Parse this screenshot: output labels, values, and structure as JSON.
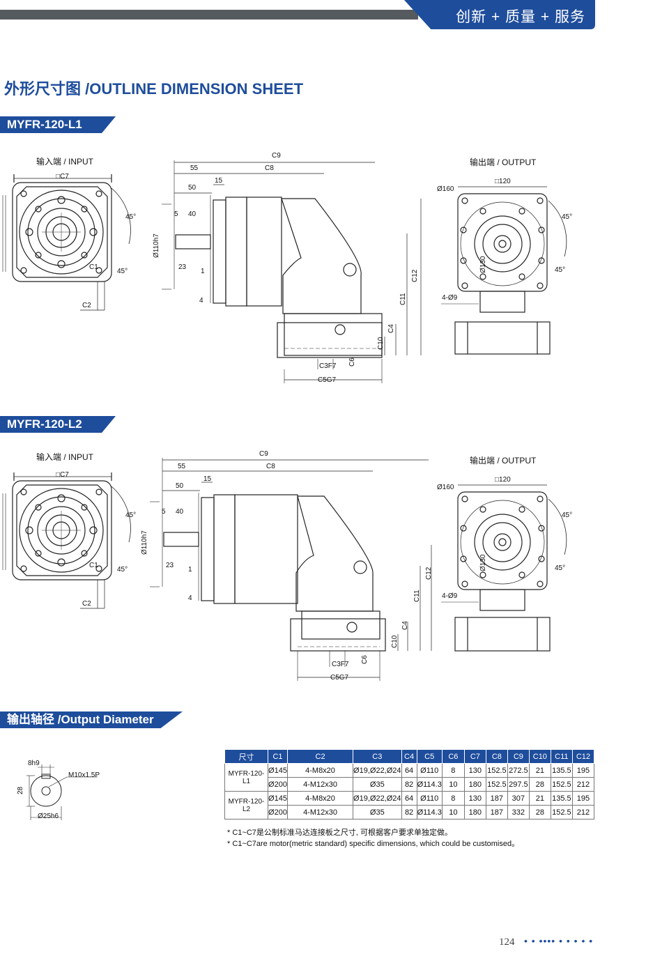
{
  "header": {
    "tagline": "创新 + 质量 + 服务",
    "page_title": "外形尺寸图 /OUTLINE DIMENSION SHEET"
  },
  "models": [
    {
      "tag": "MYFR-120-L1",
      "input_label": "输入端 / INPUT",
      "output_label": "输出端 / OUTPUT",
      "dims": {
        "c7": "□C7",
        "c1": "C1",
        "c2": "C2",
        "a45a": "45°",
        "a45b": "45°",
        "c9": "C9",
        "c8": "C8",
        "d55": "55",
        "d50": "50",
        "d15": "15",
        "d5": "5",
        "d40": "40",
        "d110": "Ø110h7",
        "d23": "23",
        "d1": "1",
        "d4": "4",
        "c12": "C12",
        "c11": "C11",
        "c4": "C4",
        "c10": "C10",
        "c6": "C6",
        "c3": "C3F7",
        "c5": "C5G7",
        "o160": "Ø160",
        "o120": "□120",
        "o130": "Ø130",
        "o4d9": "4-Ø9",
        "o45a": "45°",
        "o45b": "45°"
      }
    },
    {
      "tag": "MYFR-120-L2",
      "input_label": "输入端 / INPUT",
      "output_label": "输出端 / OUTPUT",
      "dims": {
        "c7": "□C7",
        "c1": "C1",
        "c2": "C2",
        "a45a": "45°",
        "a45b": "45°",
        "c9": "C9",
        "c8": "C8",
        "d55": "55",
        "d50": "50",
        "d15": "15",
        "d5": "5",
        "d40": "40",
        "d110": "Ø110h7",
        "d23": "23",
        "d1": "1",
        "d4": "4",
        "c12": "C12",
        "c11": "C11",
        "c4": "C4",
        "c10": "C10",
        "c6": "C6",
        "c3": "C3F7",
        "c5": "C5G7",
        "o160": "Ø160",
        "o120": "□120",
        "o130": "Ø130",
        "o4d9": "4-Ø9",
        "o45a": "45°",
        "o45b": "45°"
      }
    }
  ],
  "output_shaft": {
    "tag": "输出轴径 /Output Diameter",
    "key_width": "8h9",
    "thread": "M10x1.5P",
    "height": "28",
    "diameter": "Ø25h6"
  },
  "table": {
    "headers": [
      "尺寸",
      "C1",
      "C2",
      "C3",
      "C4",
      "C5",
      "C6",
      "C7",
      "C8",
      "C9",
      "C10",
      "C11",
      "C12"
    ],
    "groups": [
      {
        "model": "MYFR-120-L1",
        "rows": [
          [
            "Ø145",
            "4-M8x20",
            "Ø19,Ø22,Ø24",
            "64",
            "Ø110",
            "8",
            "130",
            "152.5",
            "272.5",
            "21",
            "135.5",
            "195"
          ],
          [
            "Ø200",
            "4-M12x30",
            "Ø35",
            "82",
            "Ø114.3",
            "10",
            "180",
            "152.5",
            "297.5",
            "28",
            "152.5",
            "212"
          ]
        ]
      },
      {
        "model": "MYFR-120-L2",
        "rows": [
          [
            "Ø145",
            "4-M8x20",
            "Ø19,Ø22,Ø24",
            "64",
            "Ø110",
            "8",
            "130",
            "187",
            "307",
            "21",
            "135.5",
            "195"
          ],
          [
            "Ø200",
            "4-M12x30",
            "Ø35",
            "82",
            "Ø114.3",
            "10",
            "180",
            "187",
            "332",
            "28",
            "152.5",
            "212"
          ]
        ]
      }
    ]
  },
  "notes": {
    "cn": "* C1~C7是公制标准马达连接板之尺寸, 可根据客户要求单独定做。",
    "en": "* C1~C7are motor(metric standard)  specific dimensions, which could be customised。"
  },
  "footer": {
    "page_number": "124",
    "dots": "• • •••• • • • • •"
  }
}
